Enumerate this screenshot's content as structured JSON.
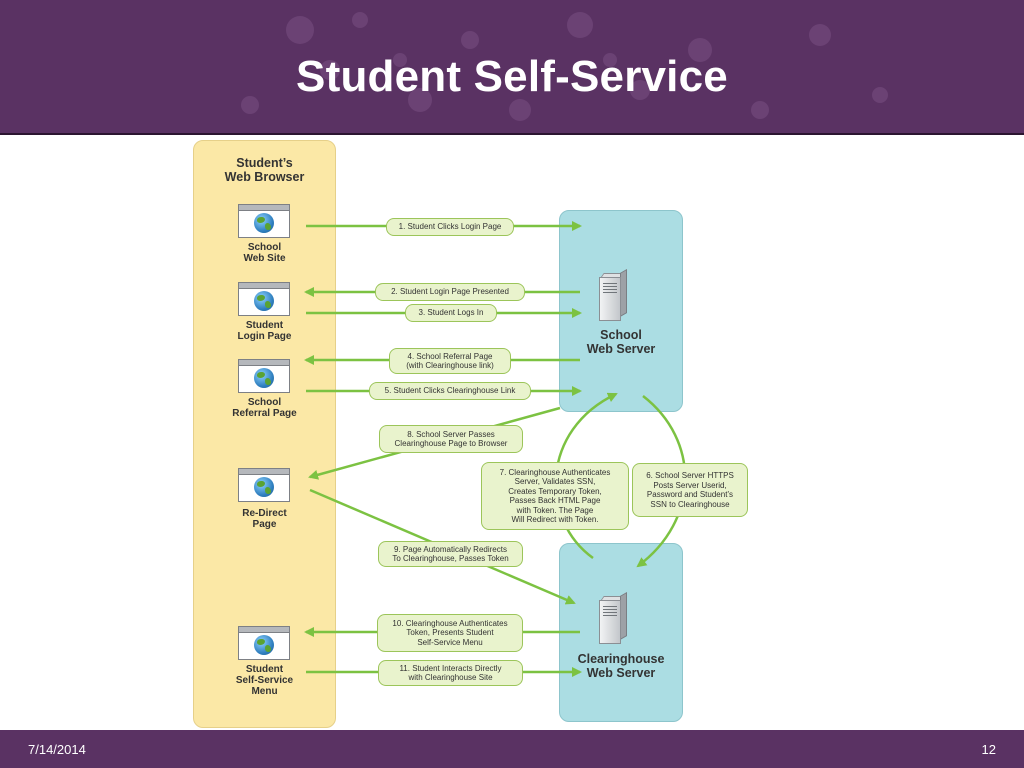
{
  "slide": {
    "title": "Student Self-Service",
    "date": "7/14/2014",
    "page_number": "12"
  },
  "colors": {
    "header_bg": "#5a3263",
    "browser_panel": "#fbe8a6",
    "server_panel": "#abdde3",
    "arrow": "#7cc242",
    "step_box": "#e9f3cd"
  },
  "browser": {
    "title": "Student’s\nWeb Browser",
    "pages": [
      {
        "label": "School\nWeb Site",
        "icon": "web-page-globe-icon"
      },
      {
        "label": "Student\nLogin Page",
        "icon": "web-page-globe-icon"
      },
      {
        "label": "School\nReferral Page",
        "icon": "web-page-globe-icon"
      },
      {
        "label": "Re-Direct\nPage",
        "icon": "web-page-globe-icon"
      },
      {
        "label": "Student\nSelf-Service\nMenu",
        "icon": "web-page-globe-icon"
      }
    ]
  },
  "servers": {
    "school": {
      "label": "School\nWeb Server",
      "icon": "server-tower-icon"
    },
    "clearinghouse": {
      "label": "Clearinghouse\nWeb Server",
      "icon": "server-tower-icon"
    }
  },
  "steps": [
    "1. Student Clicks Login Page",
    "2. Student Login Page Presented",
    "3. Student Logs In",
    "4. School Referral Page\n(with Clearinghouse link)",
    "5. Student Clicks Clearinghouse Link",
    "6. School Server HTTPS\nPosts Server Userid,\nPassword and Student’s\nSSN to Clearinghouse",
    "7. Clearinghouse Authenticates\nServer, Validates SSN,\nCreates Temporary Token,\nPasses Back HTML Page\nwith Token. The Page\nWill Redirect with Token.",
    "8. School Server Passes\nClearinghouse Page to Browser",
    "9. Page Automatically Redirects\nTo Clearinghouse, Passes Token",
    "10. Clearinghouse Authenticates\nToken, Presents Student\nSelf-Service Menu",
    "11. Student Interacts Directly\nwith Clearinghouse Site"
  ]
}
